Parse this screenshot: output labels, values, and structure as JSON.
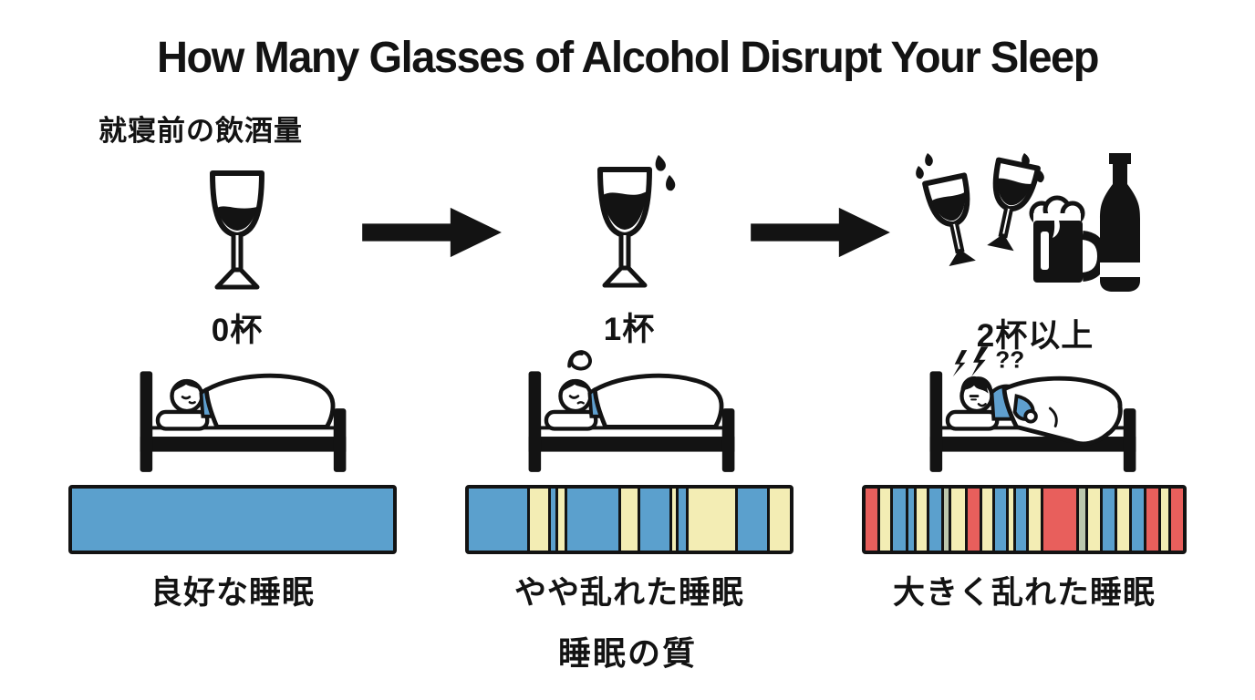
{
  "title": "How Many Glasses of Alcohol Disrupt Your Sleep",
  "subtitle_top": "就寝前の飲酒量",
  "subtitle_bottom": "睡眠の質",
  "columns": [
    {
      "drink_label": "0杯",
      "drink_icon": "wine-glass-low",
      "sleep_icon": "sleeper-peaceful",
      "quality_label": "良好な睡眠",
      "bar_style": "solid-blue"
    },
    {
      "drink_label": "1杯",
      "drink_icon": "wine-glass-half-with-splash",
      "sleep_icon": "sleeper-restless",
      "quality_label": "やや乱れた睡眠",
      "bar_style": "blue-yellow-stripes"
    },
    {
      "drink_label": "2杯以上",
      "drink_icon": "two-wine-glasses-beer-mug-bottle",
      "sleep_icon": "sleeper-distressed",
      "quality_label": "大きく乱れた睡眠",
      "distress_marks": "??",
      "bar_style": "red-yellow-blue-stripes"
    }
  ],
  "colors": {
    "sleep_blue": "#5ba0cd",
    "light_yellow": "#f3edb4",
    "wake_red": "#e85f5c",
    "pale_green": "#bcc7ad",
    "shirt_blue": "#5f9fce",
    "ink": "#131313",
    "background": "#ffffff"
  },
  "bars": [
    {
      "column": "0杯",
      "segments": [
        {
          "c": "blue",
          "w": 100
        }
      ]
    },
    {
      "column": "1杯",
      "segments": [
        {
          "c": "blue",
          "w": 65
        },
        {
          "c": "yellow",
          "w": 21
        },
        {
          "c": "blue",
          "w": 5
        },
        {
          "c": "yellow",
          "w": 7
        },
        {
          "c": "blue",
          "w": 57
        },
        {
          "c": "yellow",
          "w": 19
        },
        {
          "c": "blue",
          "w": 32
        },
        {
          "c": "yellow",
          "w": 5
        },
        {
          "c": "blue",
          "w": 8
        },
        {
          "c": "yellow",
          "w": 52
        },
        {
          "c": "blue",
          "w": 32
        },
        {
          "c": "yellow",
          "w": 23
        }
      ]
    },
    {
      "column": "2杯以上",
      "segments": [
        {
          "c": "red",
          "w": 8
        },
        {
          "c": "yellow",
          "w": 7
        },
        {
          "c": "blue",
          "w": 8
        },
        {
          "c": "blue",
          "w": 4
        },
        {
          "c": "yellow",
          "w": 7
        },
        {
          "c": "blue",
          "w": 8
        },
        {
          "c": "green",
          "w": 3
        },
        {
          "c": "yellow",
          "w": 9
        },
        {
          "c": "red",
          "w": 8
        },
        {
          "c": "yellow",
          "w": 7
        },
        {
          "c": "blue",
          "w": 7
        },
        {
          "c": "yellow",
          "w": 3
        },
        {
          "c": "blue",
          "w": 7
        },
        {
          "c": "yellow",
          "w": 8
        },
        {
          "c": "red",
          "w": 22
        },
        {
          "c": "green",
          "w": 4
        },
        {
          "c": "yellow",
          "w": 8
        },
        {
          "c": "blue",
          "w": 8
        },
        {
          "c": "yellow",
          "w": 8
        },
        {
          "c": "blue",
          "w": 8
        },
        {
          "c": "red",
          "w": 8
        },
        {
          "c": "yellow",
          "w": 5
        },
        {
          "c": "red",
          "w": 8
        }
      ]
    }
  ]
}
